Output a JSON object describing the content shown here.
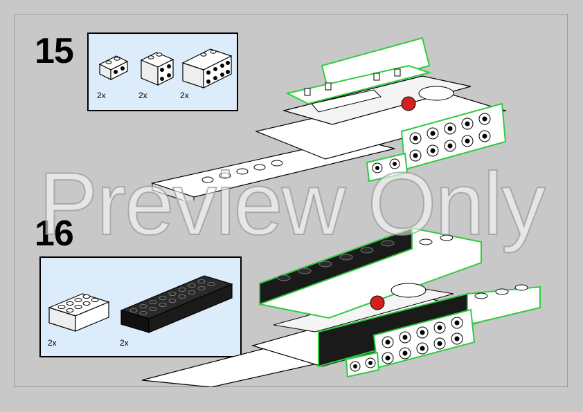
{
  "steps": [
    {
      "number": "15",
      "parts": [
        {
          "qty": "2x",
          "icon": "bracket-1x2-white"
        },
        {
          "qty": "2x",
          "icon": "bracket-2x2-white"
        },
        {
          "qty": "2x",
          "icon": "bracket-2x4-white"
        }
      ]
    },
    {
      "number": "16",
      "parts": [
        {
          "qty": "2x",
          "icon": "brick-2x4-white"
        },
        {
          "qty": "2x",
          "icon": "brick-2x8-black"
        }
      ]
    }
  ],
  "watermark": "Preview Only",
  "colors": {
    "background": "#c8c8c8",
    "parts_box": "#dcecfa",
    "highlight": "#2ecc40",
    "brick_white": "#ffffff",
    "brick_black": "#1a1a1a",
    "accent_red": "#d42020"
  }
}
